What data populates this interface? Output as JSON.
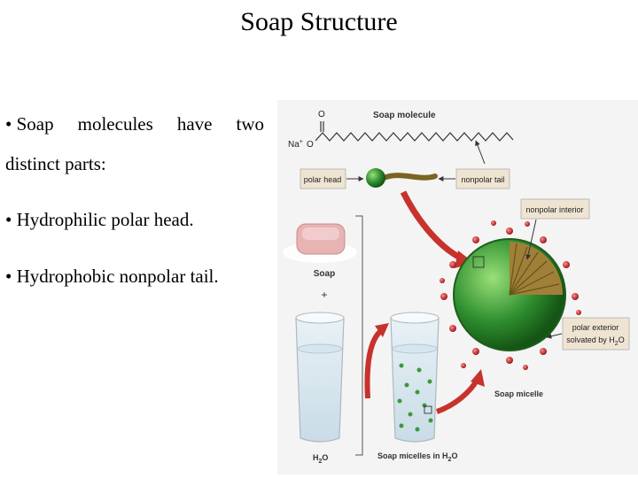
{
  "title": "Soap Structure",
  "bullets": {
    "line1_words": [
      "• Soap",
      "molecules",
      "have",
      "two"
    ],
    "line1_cont": "distinct parts:",
    "item2": "• Hydrophilic polar head.",
    "item3": "• Hydrophobic nonpolar tail."
  },
  "figure": {
    "soap_molecule": "Soap molecule",
    "carbonyl_o": "O",
    "na_label": "Na",
    "na_charge": "+",
    "o_minus": "O",
    "polar_head": "polar head",
    "nonpolar_tail": "nonpolar tail",
    "nonpolar_interior": "nonpolar interior",
    "soap": "Soap",
    "plus": "+",
    "polar_exterior_1": "polar exterior",
    "polar_exterior_2": "solvated by H",
    "polar_exterior_sub": "2",
    "polar_exterior_o": "O",
    "soap_micelle": "Soap micelle",
    "h2o_h": "H",
    "h2o_sub": "2",
    "h2o_o": "O",
    "micelles_label": "Soap micelles in H",
    "micelles_sub": "2",
    "micelles_o": "O",
    "colors": {
      "arrow_red": "#c8322c",
      "micelle_green": "#2f8f2f",
      "tail_brown": "#7a6420",
      "label_box": "#efe4d2"
    }
  }
}
